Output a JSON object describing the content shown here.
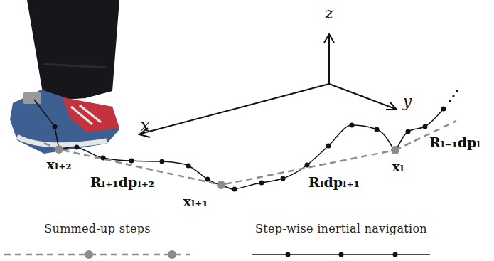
{
  "diagram": {
    "nodes": [
      {
        "text": [
          "xₗ₊₂"
        ]
      },
      {
        "text": [
          "xₗ₊₁"
        ]
      },
      {
        "text": [
          "xₗ"
        ]
      }
    ],
    "edges": [
      {
        "from": 0,
        "to": 1,
        "arrow": "none",
        "label": "Rₗ₊₁dpₗ₊₂"
      },
      {
        "from": 1,
        "to": 2,
        "arrow": "none",
        "label": "Rₗdpₗ₊₁"
      }
    ],
    "labels": [
      "z",
      "y",
      "x",
      "Rₗ₋₁dpₗ"
    ],
    "legend": [
      {
        "text": "Summed-up steps"
      },
      {
        "text": "Step-wise inertial navigation"
      }
    ]
  }
}
